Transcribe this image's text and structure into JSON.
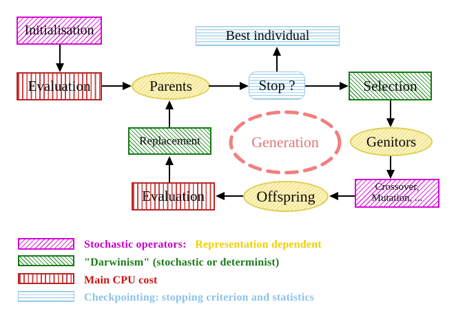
{
  "diagram": {
    "title_implicit": "Evolutionary algorithm loop",
    "nodes": {
      "initialisation": {
        "label": "Initialisation"
      },
      "evaluation_top": {
        "label": "Evaluation"
      },
      "parents": {
        "label": "Parents"
      },
      "best_individual": {
        "label": "Best individual"
      },
      "stop": {
        "label": "Stop ?"
      },
      "selection": {
        "label": "Selection"
      },
      "genitors": {
        "label": "Genitors"
      },
      "crossover": {
        "line1": "Crossover,",
        "line2": "Mutation, ..."
      },
      "offspring": {
        "label": "Offspring"
      },
      "evaluation_bottom": {
        "label": "Evaluation"
      },
      "replacement": {
        "label": "Replacement"
      },
      "generation": {
        "label": "Generation"
      }
    },
    "colors": {
      "stochastic_operator_magenta": "#d607d6",
      "darwinism_green": "#117a11",
      "cpu_cost_red": "#bb2222",
      "checkpointing_cyan": "#9cc6e2",
      "population_yellow": "#decf56",
      "generation_coral": "#f08080",
      "arrow_black": "#000000"
    }
  },
  "legend": {
    "rows": [
      {
        "swatch": "magenta-diagonal-hatch",
        "label": "Stochastic operators:",
        "label2": "Representation dependent",
        "color": "#cc00cc",
        "color2": "#efd000"
      },
      {
        "swatch": "green-diagonal-hatch",
        "label": "\"Darwinism\" (stochastic or determinist)",
        "color": "#1b7b1b"
      },
      {
        "swatch": "red-vertical-stripes",
        "label": "Main CPU cost",
        "color": "#cc1111"
      },
      {
        "swatch": "cyan-horizontal-stripes",
        "label": "Checkpointing: stopping criterion and statistics",
        "color": "#8cc4e8"
      }
    ]
  }
}
